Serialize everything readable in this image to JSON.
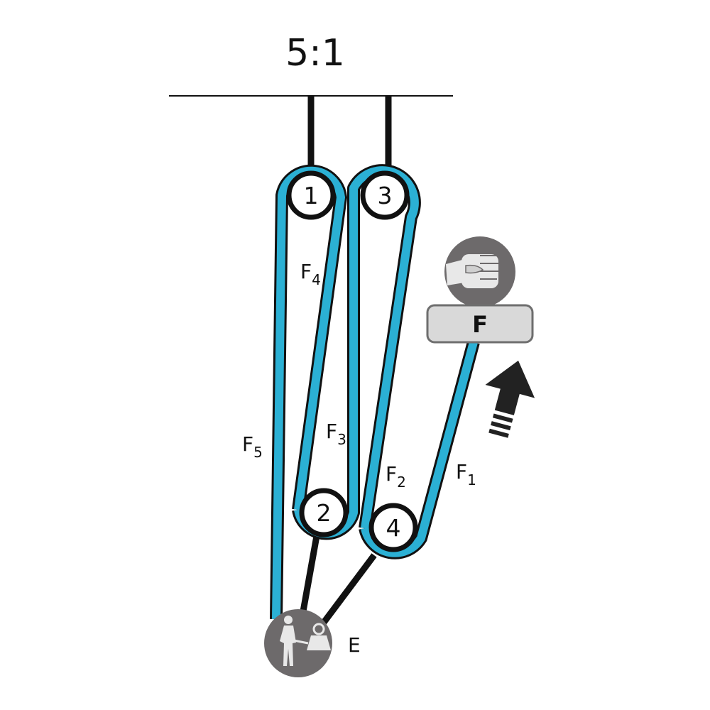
{
  "title": "5:1",
  "pulleys": [
    {
      "label": "1"
    },
    {
      "label": "2"
    },
    {
      "label": "3"
    },
    {
      "label": "4"
    }
  ],
  "forces": {
    "F1": {
      "base": "F",
      "sub": "1"
    },
    "F2": {
      "base": "F",
      "sub": "2"
    },
    "F3": {
      "base": "F",
      "sub": "3"
    },
    "F4": {
      "base": "F",
      "sub": "4"
    },
    "F5": {
      "base": "F",
      "sub": "5"
    }
  },
  "pull_box_label": "F",
  "load_label": "E",
  "icons": {
    "hand": "fist-hand-icon",
    "load": "person-and-bag-icon",
    "direction": "up-arrow-icon"
  },
  "colors": {
    "rope": "#2bb0d4",
    "outline": "#111111",
    "icon_bg": "#6d6a6b",
    "box_fill": "#d9d9d9",
    "box_stroke": "#6e6e6e",
    "arrow": "#222222"
  }
}
